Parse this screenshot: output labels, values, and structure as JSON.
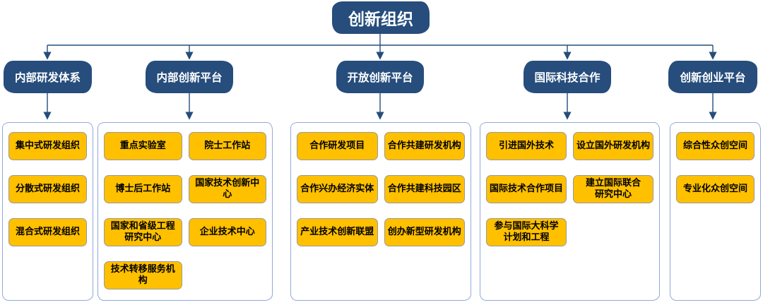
{
  "root": {
    "label": "创新组织"
  },
  "branches": [
    {
      "label": "内部研发体系",
      "items": [
        "集中式研发组织",
        "分散式研发组织",
        "混合式研发组织"
      ]
    },
    {
      "label": "内部创新平台",
      "items": [
        "重点实验室",
        "院士工作站",
        "博士后工作站",
        "国家技术创新中心",
        "国家和省级工程\n研究中心",
        "企业技术中心",
        "技术转移服务机构"
      ]
    },
    {
      "label": "开放创新平台",
      "items": [
        "合作研发项目",
        "合作共建研发机构",
        "合作兴办经济实体",
        "合作共建科技园区",
        "产业技术创新联盟",
        "创办新型研发机构"
      ]
    },
    {
      "label": "国际科技合作",
      "items": [
        "引进国外技术",
        "设立国外研发机构",
        "国际技术合作项目",
        "建立国际联合\n研究中心",
        "参与国际大科学\n计划和工程"
      ]
    },
    {
      "label": "创新创业平台",
      "items": [
        "综合性众创空间",
        "专业化众创空间"
      ]
    }
  ],
  "colors": {
    "node_blue": "#264d7c",
    "item_gold": "#ffc000",
    "container_border": "#8faadc",
    "connector": "#264d7c"
  }
}
